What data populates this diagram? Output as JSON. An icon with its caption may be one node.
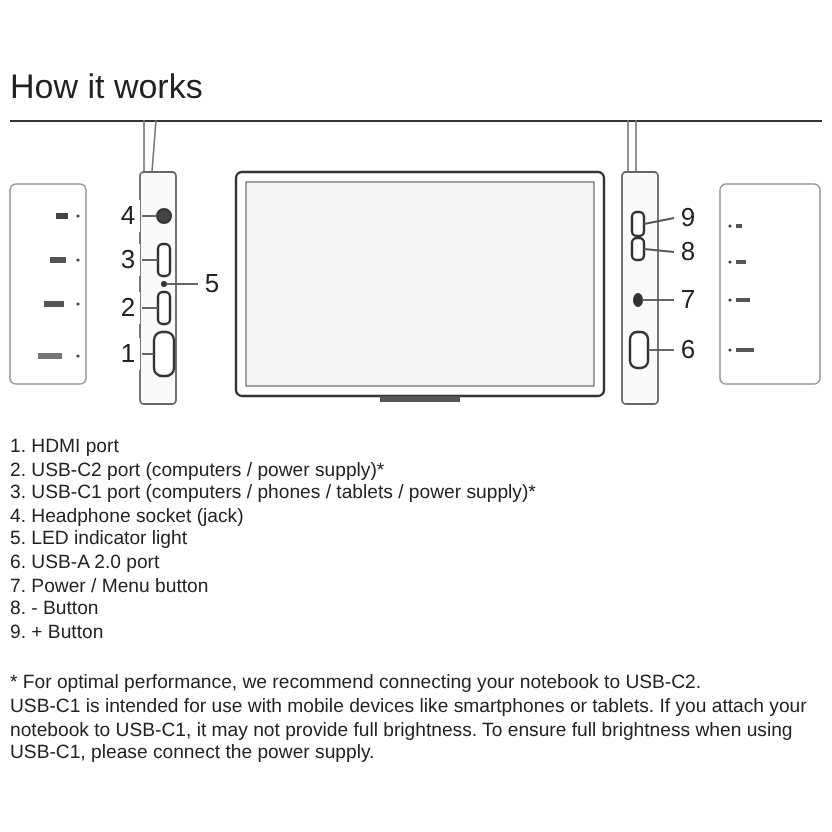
{
  "diagram": {
    "title": "How it works",
    "nodes": [
      {
        "text": [
          "1"
        ]
      },
      {
        "text": [
          "2"
        ]
      },
      {
        "text": [
          "3"
        ]
      },
      {
        "text": [
          "4"
        ]
      },
      {
        "text": [
          "5"
        ]
      },
      {
        "text": [
          "6"
        ]
      },
      {
        "text": [
          "7"
        ]
      },
      {
        "text": [
          "8"
        ]
      },
      {
        "text": [
          "9"
        ]
      },
      {
        "text": [],
        "shape": "box"
      },
      {
        "text": [],
        "shape": "box"
      },
      {
        "text": [],
        "shape": "box"
      },
      {
        "text": [],
        "shape": "circle"
      },
      {
        "text": [],
        "shape": "circle"
      },
      {
        "text": [],
        "shape": "box"
      },
      {
        "text": [],
        "shape": "circle"
      },
      {
        "text": [],
        "shape": "box"
      },
      {
        "text": [],
        "shape": "box"
      }
    ],
    "edges": [
      {
        "from": 0,
        "to": 9,
        "arrow": "none"
      },
      {
        "from": 1,
        "to": 10,
        "arrow": "none"
      },
      {
        "from": 2,
        "to": 11,
        "arrow": "none"
      },
      {
        "from": 3,
        "to": 12,
        "arrow": "none"
      },
      {
        "from": 4,
        "to": 13,
        "arrow": "none"
      },
      {
        "from": 5,
        "to": 14,
        "arrow": "none"
      },
      {
        "from": 6,
        "to": 15,
        "arrow": "none"
      },
      {
        "from": 7,
        "to": 16,
        "arrow": "none"
      },
      {
        "from": 8,
        "to": 17,
        "arrow": "none"
      }
    ],
    "labels": [
      "1. HDMI port",
      "2. USB-C2 port (computers / power supply)*",
      "3. USB-C1 port (computers / phones / tablets / power supply)*",
      "4. Headphone socket (jack)",
      "5. LED indicator light",
      "6. USB-A 2.0 port",
      "7. Power / Menu button",
      "8. - Button",
      "9. + Button",
      "* For optimal performance, we recommend connecting your notebook to USB-C2.",
      "USB-C1 is intended for use with mobile devices like smartphones or tablets. If you attach your notebook to USB-C1, it may not provide full brightness. To ensure full brightness when using USB-C1, please connect the power supply."
    ]
  }
}
